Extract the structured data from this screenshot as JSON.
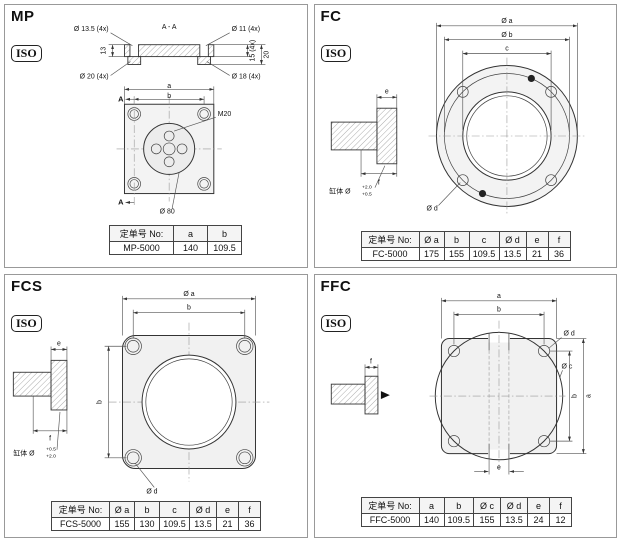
{
  "panels": {
    "mp": {
      "title": "MP",
      "iso_label": "ISO",
      "dims": {
        "section_title": "A - A",
        "d135": "Ø 13.5 (4x)",
        "d11": "Ø 11 (4x)",
        "depth15": "15 (4x)",
        "t20": "20",
        "t13": "13",
        "d20": "Ø 20 (4x)",
        "d18": "Ø 18 (4x)",
        "a": "a",
        "b": "b",
        "thread": "M20",
        "d80": "Ø 80",
        "section_a": "A"
      },
      "table": {
        "headers": [
          "定单号 No:",
          "a",
          "b"
        ],
        "row": [
          "MP-5000",
          "140",
          "109.5"
        ]
      }
    },
    "fc": {
      "title": "FC",
      "iso_label": "ISO",
      "dims": {
        "dia_a": "Ø a",
        "dia_b": "Ø b",
        "c": "c",
        "dia_d": "Ø d",
        "e": "e",
        "f": "f",
        "bore_label": "缸体 Ø",
        "tol_top": "+2.0",
        "tol_bot": "+0.5"
      },
      "table": {
        "headers": [
          "定单号 No:",
          "Ø a",
          "b",
          "c",
          "Ø d",
          "e",
          "f"
        ],
        "row": [
          "FC-5000",
          "175",
          "155",
          "109.5",
          "13.5",
          "21",
          "36"
        ]
      }
    },
    "fcs": {
      "title": "FCS",
      "iso_label": "ISO",
      "dims": {
        "dia_a": "Ø a",
        "b": "b",
        "dia_d": "Ø d",
        "e": "e",
        "f": "f",
        "bore_label": "缸体 Ø",
        "tol_top": "+0.5",
        "tol_bot": "+2.0"
      },
      "table": {
        "headers": [
          "定单号 No:",
          "Ø a",
          "b",
          "c",
          "Ø d",
          "e",
          "f"
        ],
        "row": [
          "FCS-5000",
          "155",
          "130",
          "109.5",
          "13.5",
          "21",
          "36"
        ]
      }
    },
    "ffc": {
      "title": "FFC",
      "iso_label": "ISO",
      "dims": {
        "a": "a",
        "b": "b",
        "dia_c": "Ø c",
        "dia_d": "Ø d",
        "e": "e",
        "f": "f"
      },
      "table": {
        "headers": [
          "定单号 No:",
          "a",
          "b",
          "Ø c",
          "Ø d",
          "e",
          "f"
        ],
        "row": [
          "FFC-5000",
          "140",
          "109.5",
          "155",
          "13.5",
          "24",
          "12"
        ]
      }
    }
  }
}
